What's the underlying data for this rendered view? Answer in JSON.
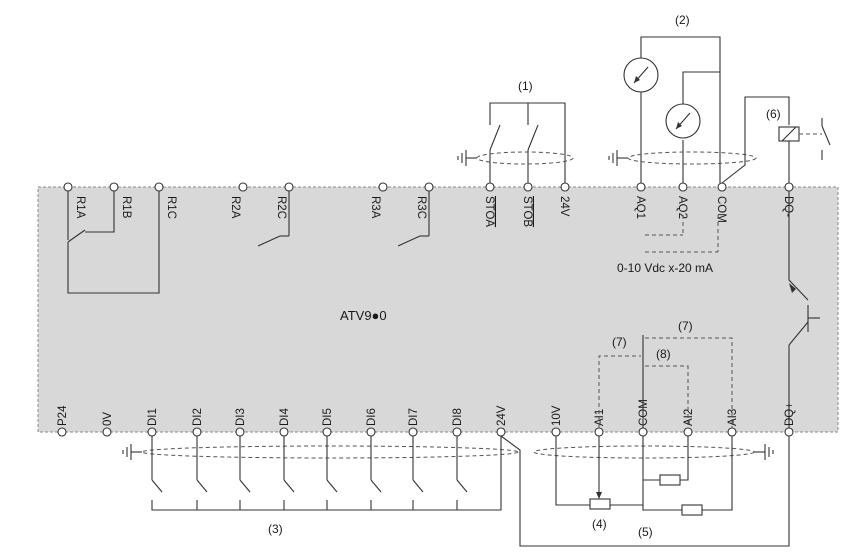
{
  "diagram": {
    "model": "ATV9●0",
    "callouts": {
      "c1": "(1)",
      "c2": "(2)",
      "c3": "(3)",
      "c4": "(4)",
      "c5": "(5)",
      "c6": "(6)",
      "c7a": "(7)",
      "c7b": "(7)",
      "c8": "(8)"
    },
    "analog_output_note": "0-10 Vdc x-20 mA",
    "top_terminals": [
      {
        "id": "r1a",
        "label": "R1A"
      },
      {
        "id": "r1b",
        "label": "R1B"
      },
      {
        "id": "r1c",
        "label": "R1C"
      },
      {
        "id": "r2a",
        "label": "R2A"
      },
      {
        "id": "r2c",
        "label": "R2C"
      },
      {
        "id": "r3a",
        "label": "R3A"
      },
      {
        "id": "r3c",
        "label": "R3C"
      },
      {
        "id": "stoa",
        "label": "STOA"
      },
      {
        "id": "stob",
        "label": "STOB"
      },
      {
        "id": "24v-top",
        "label": "24V"
      },
      {
        "id": "aq1",
        "label": "AQ1"
      },
      {
        "id": "aq2",
        "label": "AQ2"
      },
      {
        "id": "com-top",
        "label": "COM"
      },
      {
        "id": "dq-minus",
        "label": "DQ-"
      }
    ],
    "bottom_terminals": [
      {
        "id": "p24",
        "label": "P24"
      },
      {
        "id": "0v",
        "label": "0V"
      },
      {
        "id": "di1",
        "label": "DI1"
      },
      {
        "id": "di2",
        "label": "DI2"
      },
      {
        "id": "di3",
        "label": "DI3"
      },
      {
        "id": "di4",
        "label": "DI4"
      },
      {
        "id": "di5",
        "label": "DI5"
      },
      {
        "id": "di6",
        "label": "DI6"
      },
      {
        "id": "di7",
        "label": "DI7"
      },
      {
        "id": "di8",
        "label": "DI8"
      },
      {
        "id": "24v-bottom",
        "label": "24V"
      },
      {
        "id": "10v",
        "label": "10V"
      },
      {
        "id": "ai1",
        "label": "AI1"
      },
      {
        "id": "com-bottom",
        "label": "COM"
      },
      {
        "id": "ai2",
        "label": "AI2"
      },
      {
        "id": "ai3",
        "label": "AI3"
      },
      {
        "id": "dq-plus",
        "label": "DQ+"
      }
    ],
    "colors": {
      "panel": "#d8d8d8",
      "panel_border": "#8a8a8a",
      "wire": "#333333"
    }
  }
}
